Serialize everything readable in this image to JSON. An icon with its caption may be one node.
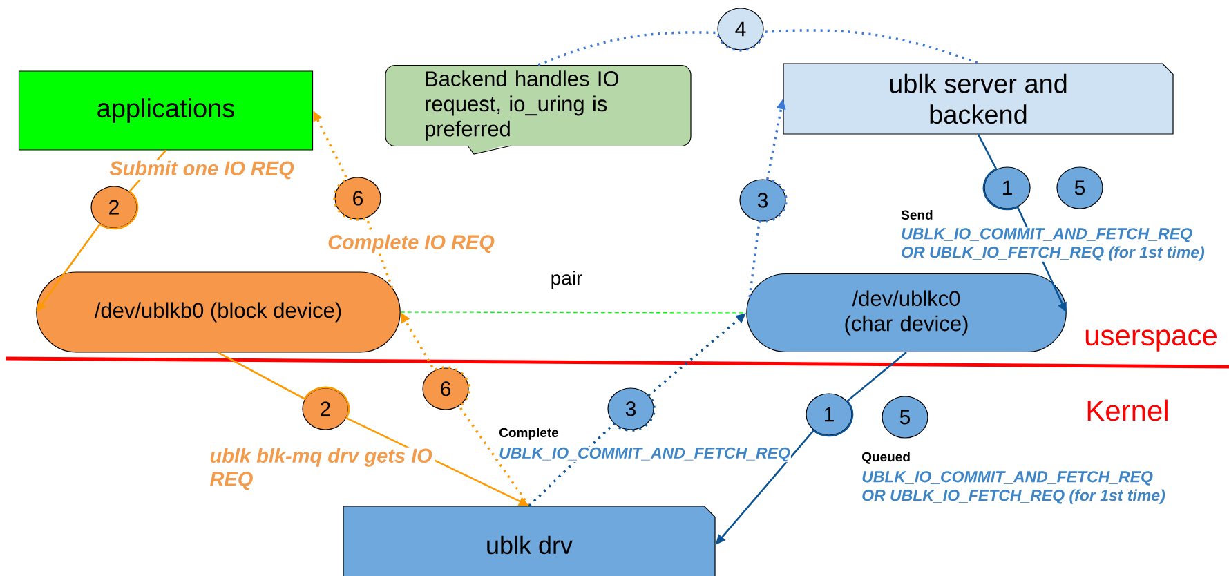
{
  "diagram": {
    "nodes": [
      {
        "text": [
          "4"
        ]
      },
      {
        "text": [
          "applications"
        ]
      },
      {
        "text": [
          "Backend handles IO request, io_uring is preferred"
        ]
      },
      {
        "text": [
          "ublk server and backend"
        ]
      },
      {
        "text": [
          "1"
        ]
      },
      {
        "text": [
          "5"
        ]
      },
      {
        "text": [
          "6"
        ]
      },
      {
        "text": [
          "3"
        ]
      },
      {
        "text": [
          "2"
        ]
      },
      {
        "text": [
          "/dev/ublkb0 (block device)"
        ]
      },
      {
        "text": [
          "/dev/ublkc0 (char device)"
        ]
      },
      {
        "text": [
          "6"
        ]
      },
      {
        "text": [
          "3"
        ]
      },
      {
        "text": [
          "2"
        ]
      },
      {
        "text": [
          "1"
        ]
      },
      {
        "text": [
          "5"
        ]
      },
      {
        "text": [
          "ublk drv"
        ]
      }
    ],
    "edges": [
      {
        "from": 1,
        "to": 9,
        "arrow": "to",
        "label": "Submit one IO REQ"
      },
      {
        "from": 9,
        "to": 1,
        "arrow": "to",
        "style": "dashed",
        "label": "Complete IO REQ"
      },
      {
        "from": 9,
        "to": 16,
        "arrow": "to",
        "label": "ublk blk-mq drv gets IO REQ"
      },
      {
        "from": 16,
        "to": 9,
        "arrow": "to",
        "style": "dashed"
      },
      {
        "from": 16,
        "to": 10,
        "arrow": "to",
        "style": "dashed",
        "color": "#0b5394"
      },
      {
        "from": 10,
        "to": 3,
        "arrow": "to",
        "style": "dashed",
        "color": "#3c78d8"
      },
      {
        "from": 3,
        "to": 10,
        "arrow": "to",
        "color": "#0b5394"
      },
      {
        "from": 10,
        "to": 16,
        "arrow": "to",
        "color": "#0b5394"
      },
      {
        "from": 2,
        "to": 3,
        "arrow": "none",
        "style": "dashed",
        "color": "#3c78d8"
      },
      {
        "from": 9,
        "to": 10,
        "arrow": "none",
        "style": "dashed",
        "color": "#00ff00",
        "label": "pair"
      }
    ],
    "labels": [
      "Send",
      "UBLK_IO_COMMIT_AND_FETCH_REQ OR UBLK_IO_FETCH_REQ (for 1st time)",
      "userspace",
      "Kernel",
      "Complete",
      "UBLK_IO_COMMIT_AND_FETCH_REQ",
      "Queued",
      "UBLK_IO_COMMIT_AND_FETCH_REQ OR UBLK_IO_FETCH_REQ (for 1st time)"
    ]
  }
}
